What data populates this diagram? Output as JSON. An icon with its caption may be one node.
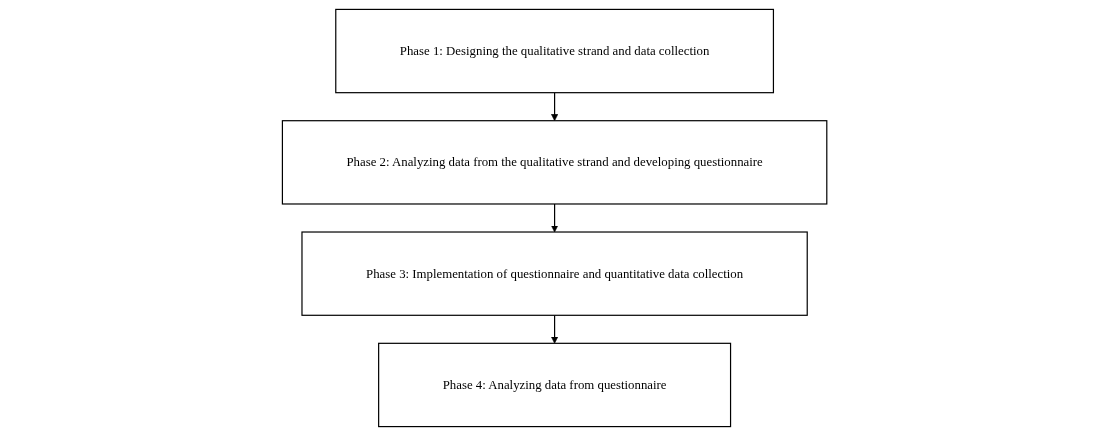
{
  "diagram": {
    "nodes": [
      {
        "text": [
          "Phase 1: Designing the qualitative strand and data collection"
        ]
      },
      {
        "text": [
          "Phase 2: Analyzing data from the qualitative strand and developing questionnaire"
        ]
      },
      {
        "text": [
          "Phase 3: Implementation of questionnaire and quantitative data collection"
        ]
      },
      {
        "text": [
          "Phase 4: Analyzing data from questionnaire"
        ]
      }
    ],
    "edges": [
      {
        "from": 0,
        "to": 1,
        "arrow": "to"
      },
      {
        "from": 1,
        "to": 2,
        "arrow": "to"
      },
      {
        "from": 2,
        "to": 3,
        "arrow": "to"
      }
    ]
  }
}
